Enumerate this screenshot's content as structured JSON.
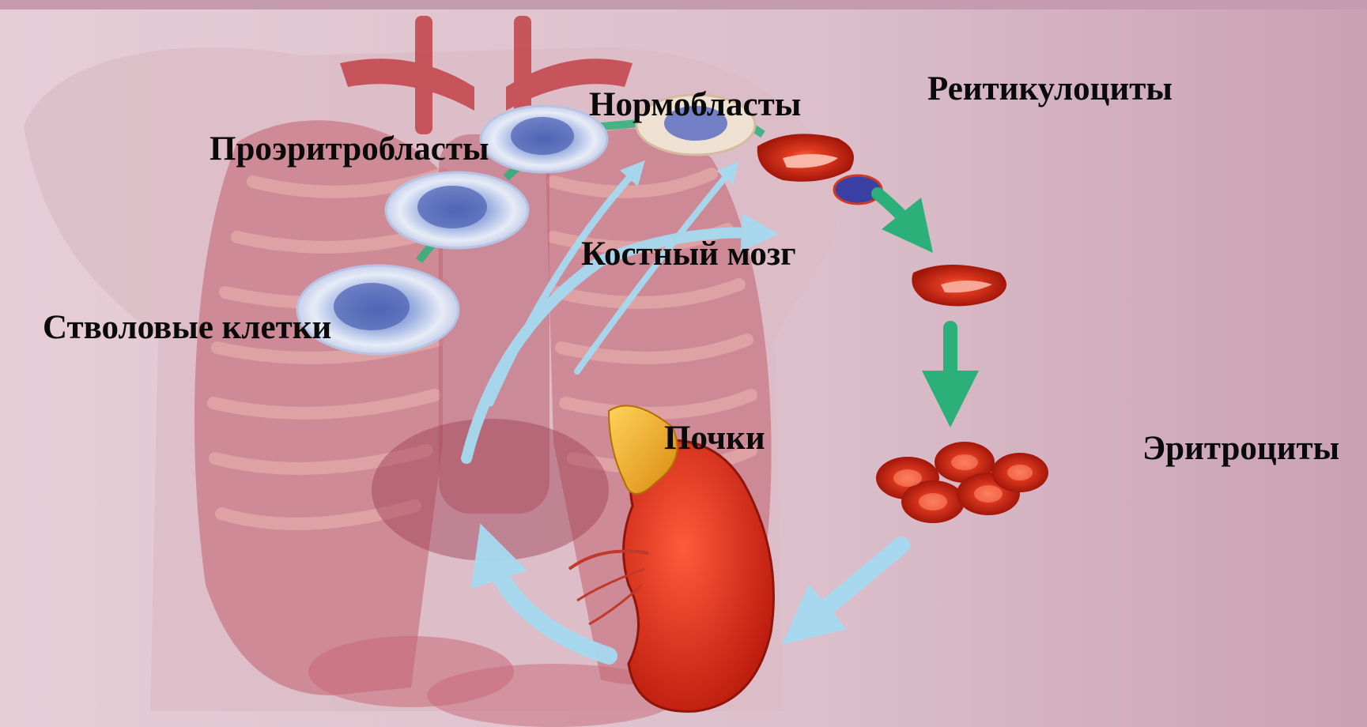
{
  "labels": {
    "stem_cells": "Стволовые клетки",
    "proerythroblasts": "Проэритробласты",
    "normoblasts": "Нормобласты",
    "reticulocytes": "Реитикулоциты",
    "bone_marrow": "Костный мозг",
    "kidneys": "Почки",
    "erythrocytes": "Эритроциты"
  },
  "colors": {
    "background": "#d7b4c1",
    "green_arrow": "#2bb07a",
    "blue_arrow": "#9fd6ee",
    "rbc": "#d8301a",
    "kidney": "#e0301c",
    "adrenal": "#f0b020"
  }
}
